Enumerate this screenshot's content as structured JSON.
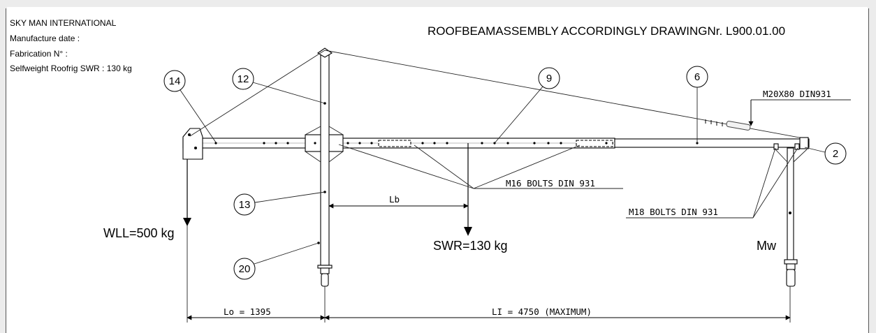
{
  "header": {
    "company": "SKY MAN INTERNATIONAL",
    "manufacture_date": "Manufacture date :",
    "fabrication_no": "Fabrication N° :",
    "selfweight": "Selfweight Roofrig SWR : 130 kg"
  },
  "title": "ROOFBEAMASSEMBLY ACCORDINGLY DRAWINGNr. L900.01.00",
  "part_numbers": [
    "14",
    "12",
    "9",
    "6",
    "2",
    "13",
    "20"
  ],
  "labels": {
    "bolt_m20": "M20X80 DIN931",
    "bolt_m16": "M16 BOLTS DIN 931",
    "bolt_m18": "M18 BOLTS DIN 931",
    "lb": "Lb",
    "wll": "WLL=500 kg",
    "swr": "SWR=130 kg",
    "mw": "Mw",
    "lo": "Lo = 1395",
    "li": "LI = 4750 (MAXIMUM)"
  }
}
